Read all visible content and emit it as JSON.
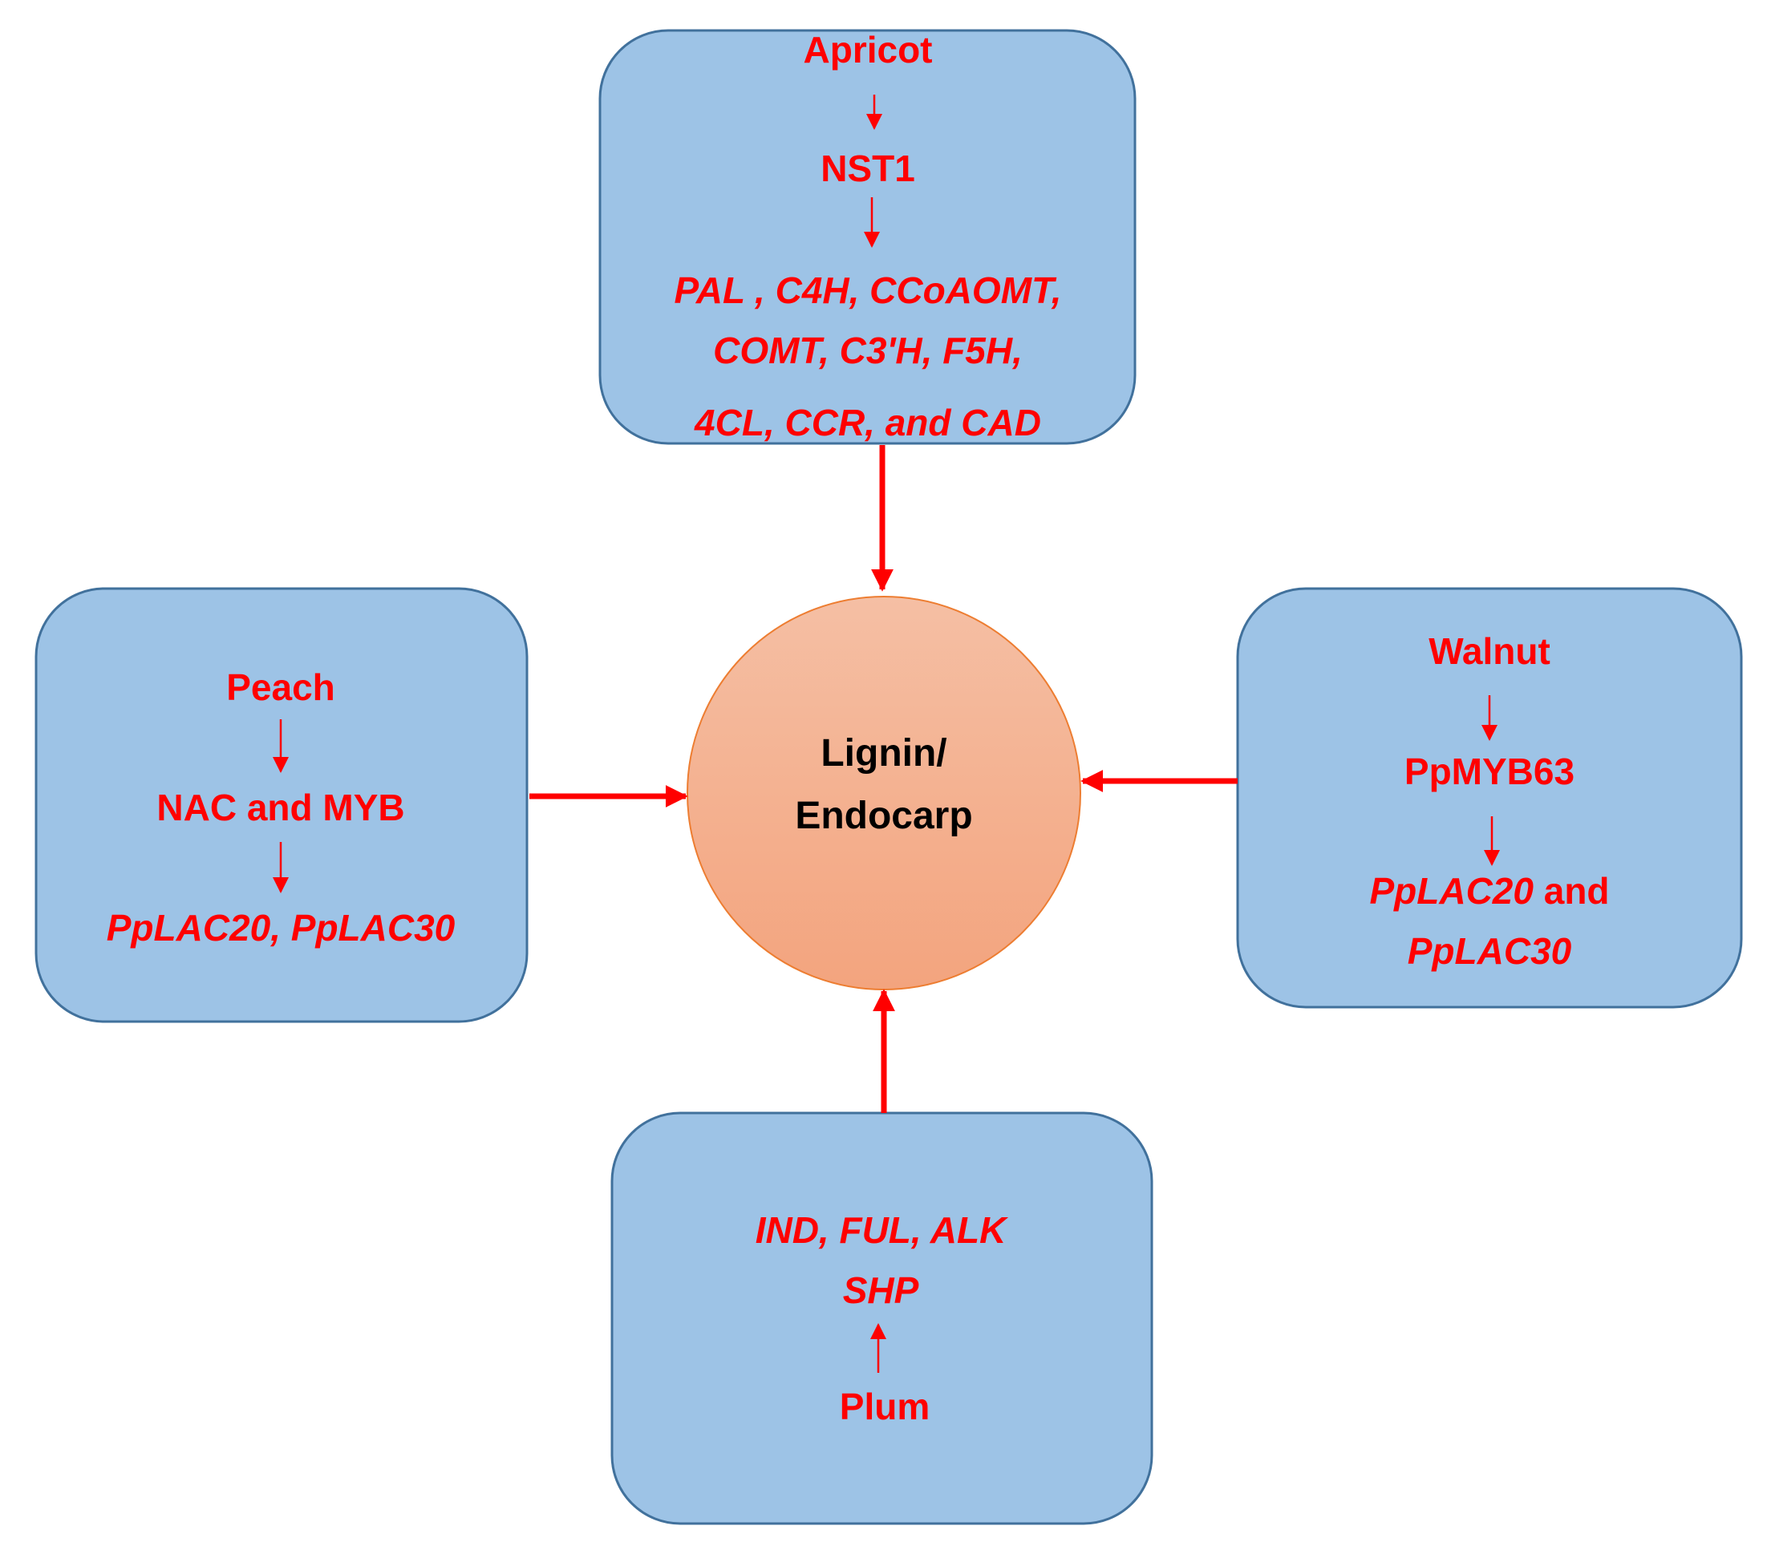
{
  "colors": {
    "box_fill": "#9dc3e6",
    "box_stroke": "#41719c",
    "label": "#ff0000",
    "arrow": "#ff0000",
    "hub_fill_top": "#f5bfa4",
    "hub_fill_bottom": "#f3a47e",
    "hub_stroke": "#ed7d31"
  },
  "hub": {
    "line1": "Lignin/",
    "line2": "Endocarp"
  },
  "apricot": {
    "species": "Apricot",
    "regulator": "NST1",
    "genes_line1": "PAL , C4H, CCoAOMT,",
    "genes_line2": "COMT, C3'H, F5H,",
    "genes_line3": "4CL, CCR, and CAD"
  },
  "peach": {
    "species": "Peach",
    "regulator": "NAC and MYB",
    "genes": "PpLAC20, PpLAC30"
  },
  "walnut": {
    "species": "Walnut",
    "regulator": "PpMYB63",
    "gene1": "PpLAC20",
    "conj": " and",
    "gene2": "PpLAC30"
  },
  "plum": {
    "genes_line1": "IND, FUL, ALK",
    "genes_line2": "SHP",
    "species": "Plum"
  }
}
